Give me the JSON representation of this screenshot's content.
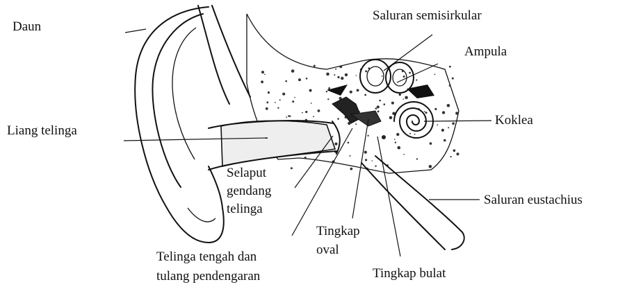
{
  "labels": {
    "daun": "Daun",
    "saluran_semisirkular": "Saluran semisirkular",
    "ampula": "Ampula",
    "liang_telinga": "Liang telinga",
    "koklea": "Koklea",
    "selaput": [
      "Selaput",
      "gendang",
      "telinga"
    ],
    "saluran_eustachius": "Saluran eustachius",
    "tingkap_oval": [
      "Tingkap",
      "oval"
    ],
    "telinga_tengah": [
      "Telinga tengah dan",
      "tulang pendengaran"
    ],
    "tingkap_bulat": "Tingkap bulat"
  }
}
